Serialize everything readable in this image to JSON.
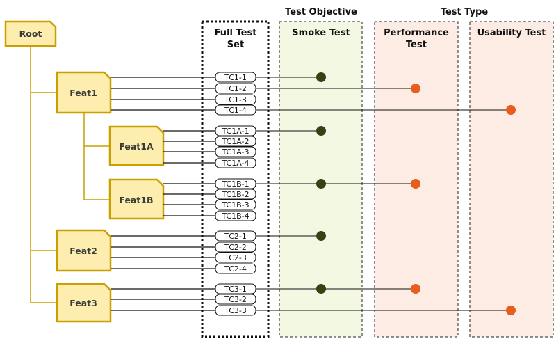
{
  "headers": {
    "full_test_set": [
      "Full Test",
      "Set"
    ],
    "test_objective": "Test Objective",
    "test_type": "Test Type",
    "smoke_test": "Smoke Test",
    "performance_test": [
      "Performance",
      "Test"
    ],
    "usability_test": "Usability Test"
  },
  "colors": {
    "feature_fill": "#fdeeb0",
    "feature_stroke": "#c9a000",
    "smoke_fill": "#f3f8e3",
    "type_fill": "#fdece4",
    "smoke_dot": "#384114",
    "type_dot": "#e85c1d"
  },
  "features": [
    {
      "id": "root",
      "label": "Root"
    },
    {
      "id": "feat1",
      "label": "Feat1"
    },
    {
      "id": "feat1a",
      "label": "Feat1A"
    },
    {
      "id": "feat1b",
      "label": "Feat1B"
    },
    {
      "id": "feat2",
      "label": "Feat2"
    },
    {
      "id": "feat3",
      "label": "Feat3"
    }
  ],
  "test_cases": [
    {
      "label": "TC1-1",
      "feature": "feat1",
      "smoke": true,
      "performance": false,
      "usability": false
    },
    {
      "label": "TC1-2",
      "feature": "feat1",
      "smoke": false,
      "performance": true,
      "usability": false
    },
    {
      "label": "TC1-3",
      "feature": "feat1",
      "smoke": false,
      "performance": false,
      "usability": false
    },
    {
      "label": "TC1-4",
      "feature": "feat1",
      "smoke": false,
      "performance": false,
      "usability": true
    },
    {
      "label": "TC1A-1",
      "feature": "feat1a",
      "smoke": true,
      "performance": false,
      "usability": false
    },
    {
      "label": "TC1A-2",
      "feature": "feat1a",
      "smoke": false,
      "performance": false,
      "usability": false
    },
    {
      "label": "TC1A-3",
      "feature": "feat1a",
      "smoke": false,
      "performance": false,
      "usability": false
    },
    {
      "label": "TC1A-4",
      "feature": "feat1a",
      "smoke": false,
      "performance": false,
      "usability": false
    },
    {
      "label": "TC1B-1",
      "feature": "feat1b",
      "smoke": true,
      "performance": true,
      "usability": false
    },
    {
      "label": "TC1B-2",
      "feature": "feat1b",
      "smoke": false,
      "performance": false,
      "usability": false
    },
    {
      "label": "TC1B-3",
      "feature": "feat1b",
      "smoke": false,
      "performance": false,
      "usability": false
    },
    {
      "label": "TC1B-4",
      "feature": "feat1b",
      "smoke": false,
      "performance": false,
      "usability": false
    },
    {
      "label": "TC2-1",
      "feature": "feat2",
      "smoke": true,
      "performance": false,
      "usability": false
    },
    {
      "label": "TC2-2",
      "feature": "feat2",
      "smoke": false,
      "performance": false,
      "usability": false
    },
    {
      "label": "TC2-3",
      "feature": "feat2",
      "smoke": false,
      "performance": false,
      "usability": false
    },
    {
      "label": "TC2-4",
      "feature": "feat2",
      "smoke": false,
      "performance": false,
      "usability": false
    },
    {
      "label": "TC3-1",
      "feature": "feat3",
      "smoke": true,
      "performance": true,
      "usability": false
    },
    {
      "label": "TC3-2",
      "feature": "feat3",
      "smoke": false,
      "performance": false,
      "usability": false
    },
    {
      "label": "TC3-3",
      "feature": "feat3",
      "smoke": false,
      "performance": false,
      "usability": true
    }
  ]
}
